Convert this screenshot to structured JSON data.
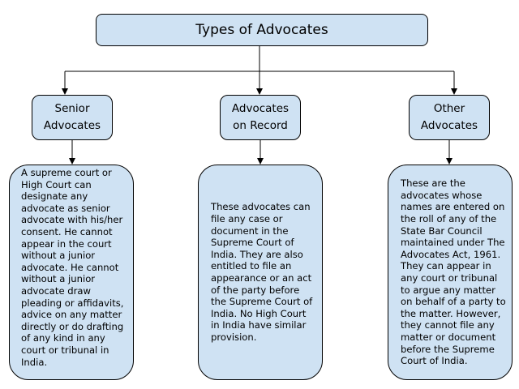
{
  "root": {
    "label": "Types of Advocates"
  },
  "categories": [
    {
      "label": "Senior\nAdvocates",
      "description": "A supreme court or High Court can designate any advocate as senior advocate with his/her consent. He cannot appear in the court without a junior advocate. He cannot without a junior advocate draw pleading or affidavits, advice on any matter directly or do drafting of any kind in any court or tribunal in India."
    },
    {
      "label": "Advocates\non Record",
      "description": "These advocates can file any case or document in the Supreme Court of India. They are also entitled to file an appearance or an act of the party before the Supreme Court of India. No High Court in India have similar provision."
    },
    {
      "label": "Other\nAdvocates",
      "description": "These are the advocates whose names are entered on the roll of any of the State Bar Council maintained under The Advocates Act, 1961. They can appear in any court or tribunal to argue any matter on behalf of a party to the matter. However, they cannot file any matter or document before the Supreme Court of India."
    }
  ],
  "colors": {
    "node_fill": "#cfe2f3",
    "border": "#000000",
    "connector": "#000000"
  }
}
